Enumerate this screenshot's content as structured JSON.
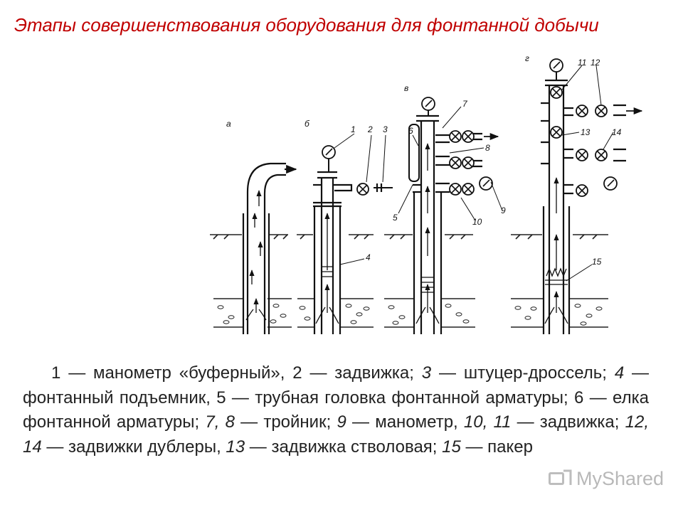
{
  "title": "Этапы совершенствования оборудования для фонтанной добычи",
  "diagram": {
    "stage_labels": [
      "а",
      "б",
      "в",
      "г"
    ],
    "part_labels": [
      "1",
      "2",
      "3",
      "4",
      "5",
      "6",
      "7",
      "8",
      "9",
      "10",
      "11",
      "12",
      "13",
      "14",
      "15"
    ]
  },
  "caption": {
    "p1": "1 — манометр «буферный», 2 — задвижка; ",
    "n3": "3",
    "p2": " — штуцер-дроссель; ",
    "n4": "4",
    "p3": " — фонтанный подъемник, 5 — трубная головка фонтанной арматуры; 6 — елка фонтанной арматуры; ",
    "n78": "7, 8",
    "p4": " — тройник; ",
    "n9": "9",
    "p5": " — манометр, ",
    "n1011": "10, 11",
    "p6": " — задвижка; ",
    "n1214": "12, 14",
    "p7": " — задвижки дублеры, ",
    "n13": "13",
    "p8": " — задвижка стволовая; ",
    "n15": "15",
    "p9": " — пакер"
  },
  "watermark": {
    "text": "MyShared"
  }
}
